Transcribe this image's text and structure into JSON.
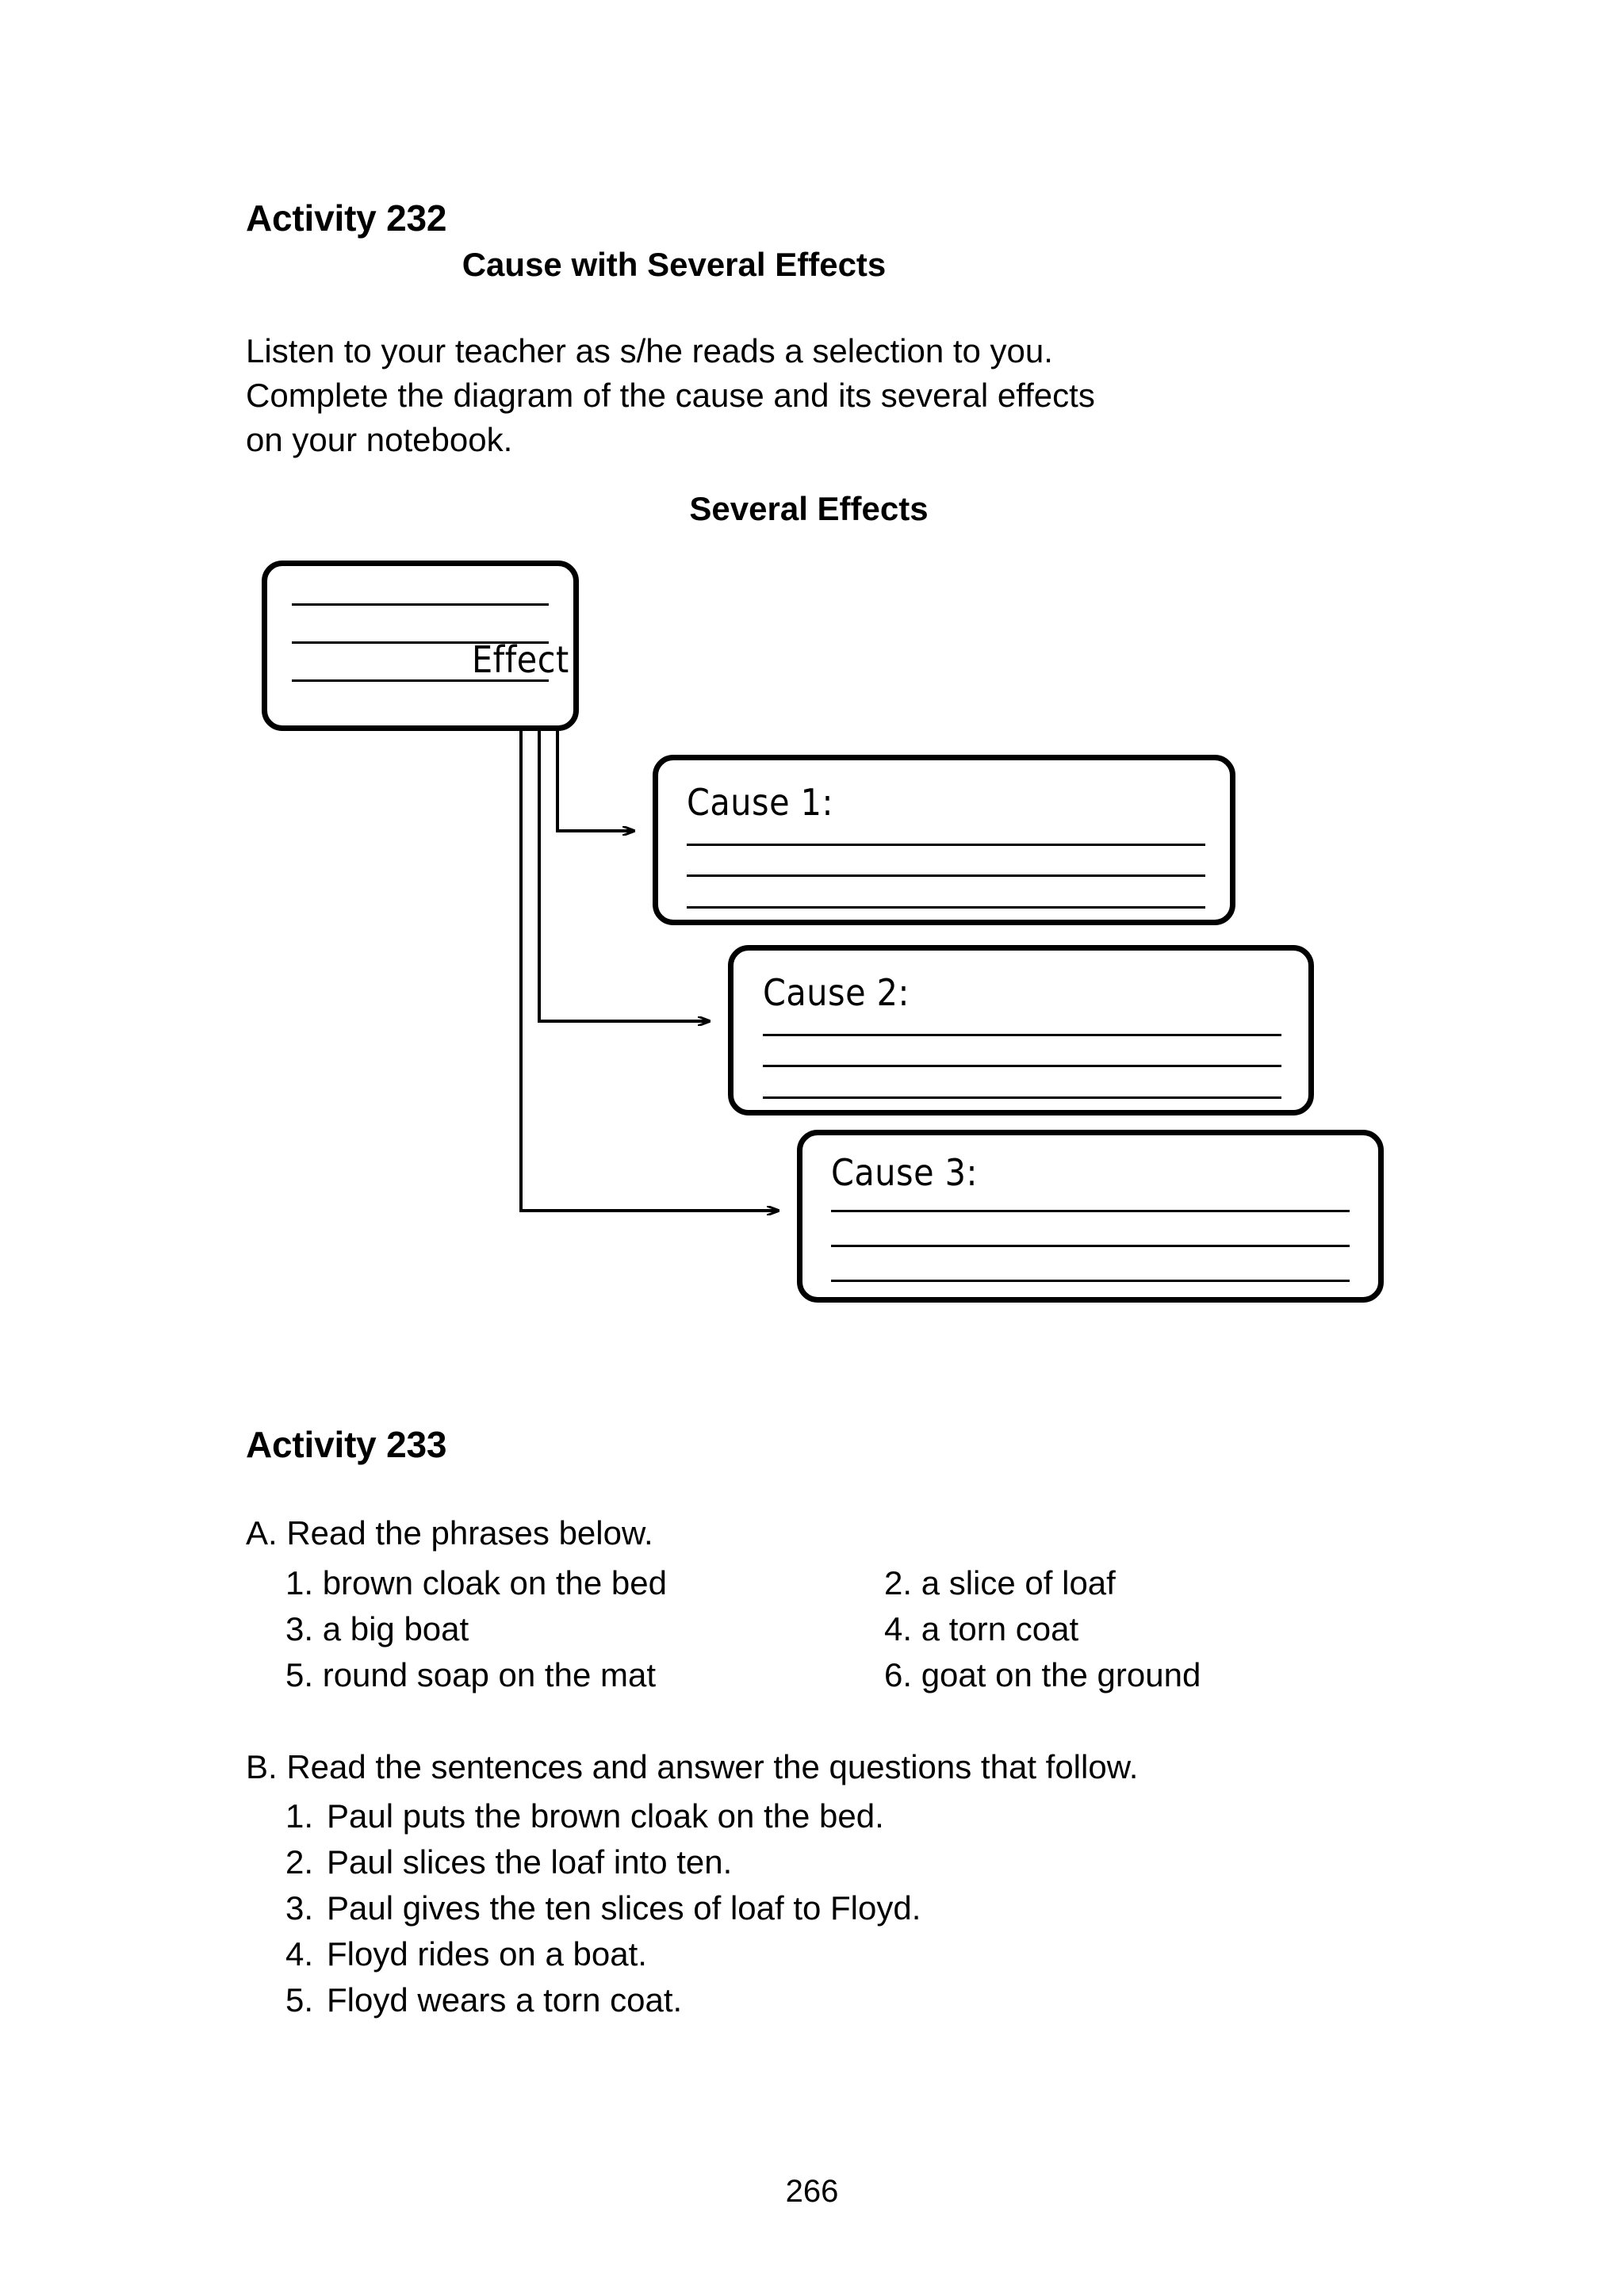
{
  "page": {
    "number": "266"
  },
  "activity_232": {
    "heading": "Activity 232",
    "subtitle": "Cause with Several Effects",
    "instructions": [
      "Listen to your teacher as s/he reads a selection to you.",
      "Complete the diagram of the cause and its several effects",
      "on your notebook."
    ],
    "diagram": {
      "title": "Several Effects",
      "effect_box": {
        "label": "Effect",
        "blank_lines": 3
      },
      "cause_boxes": [
        {
          "label": "Cause 1:",
          "blank_lines": 3
        },
        {
          "label": "Cause 2:",
          "blank_lines": 3
        },
        {
          "label": "Cause 3:",
          "blank_lines": 3
        }
      ],
      "connectors": 3
    }
  },
  "activity_233": {
    "heading": "Activity 233",
    "section_a": {
      "label": "A. Read the phrases below.",
      "phrases": [
        {
          "num": "1.",
          "text": "brown cloak on the bed"
        },
        {
          "num": "2.",
          "text": "a slice of loaf"
        },
        {
          "num": "3.",
          "text": "a big boat"
        },
        {
          "num": "4.",
          "text": "a torn coat"
        },
        {
          "num": "5.",
          "text": "round soap on the mat"
        },
        {
          "num": "6.",
          "text": "goat on the ground"
        }
      ]
    },
    "section_b": {
      "label": "B. Read the sentences and answer the questions that follow.",
      "sentences": [
        {
          "num": "1.",
          "text": "Paul puts the brown cloak on the bed."
        },
        {
          "num": "2.",
          "text": "Paul slices the loaf into ten."
        },
        {
          "num": "3.",
          "text": "Paul gives the ten slices of loaf to Floyd."
        },
        {
          "num": "4.",
          "text": "Floyd rides on a boat."
        },
        {
          "num": "5.",
          "text": "Floyd wears a torn coat."
        }
      ]
    }
  },
  "colors": {
    "ink": "#000000",
    "paper": "#ffffff"
  }
}
